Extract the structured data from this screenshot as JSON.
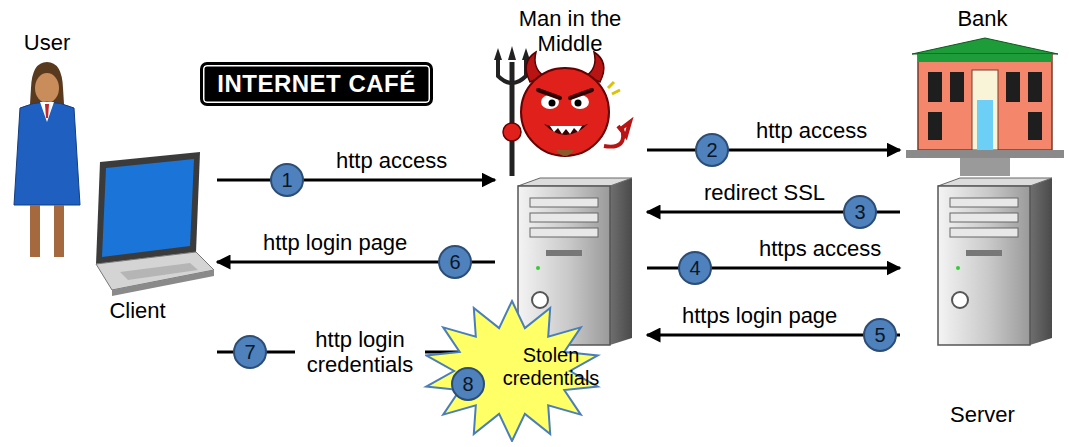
{
  "diagram": {
    "nodes": [
      {
        "text": [
          "User",
          "Client"
        ]
      },
      {
        "text": [
          "INTERNET CAFÉ"
        ]
      },
      {
        "text": [
          "Man in the Middle"
        ]
      },
      {
        "text": [
          "Bank",
          "Server"
        ]
      },
      {
        "text": [
          "Stolen credentials"
        ]
      }
    ],
    "edges": [
      {
        "from": 0,
        "to": 2,
        "label": "http access",
        "arrow": "to"
      },
      {
        "from": 2,
        "to": 3,
        "label": "http access",
        "arrow": "to"
      },
      {
        "from": 3,
        "to": 2,
        "label": "redirect SSL",
        "arrow": "to"
      },
      {
        "from": 2,
        "to": 3,
        "label": "https access",
        "arrow": "to"
      },
      {
        "from": 3,
        "to": 2,
        "label": "https login page",
        "arrow": "to"
      },
      {
        "from": 2,
        "to": 0,
        "label": "http login page",
        "arrow": "to"
      },
      {
        "from": 0,
        "to": 2,
        "label": "http login credentials",
        "arrow": "to"
      }
    ],
    "labels": [
      "1",
      "2",
      "3",
      "4",
      "5",
      "6",
      "7",
      "8"
    ]
  }
}
